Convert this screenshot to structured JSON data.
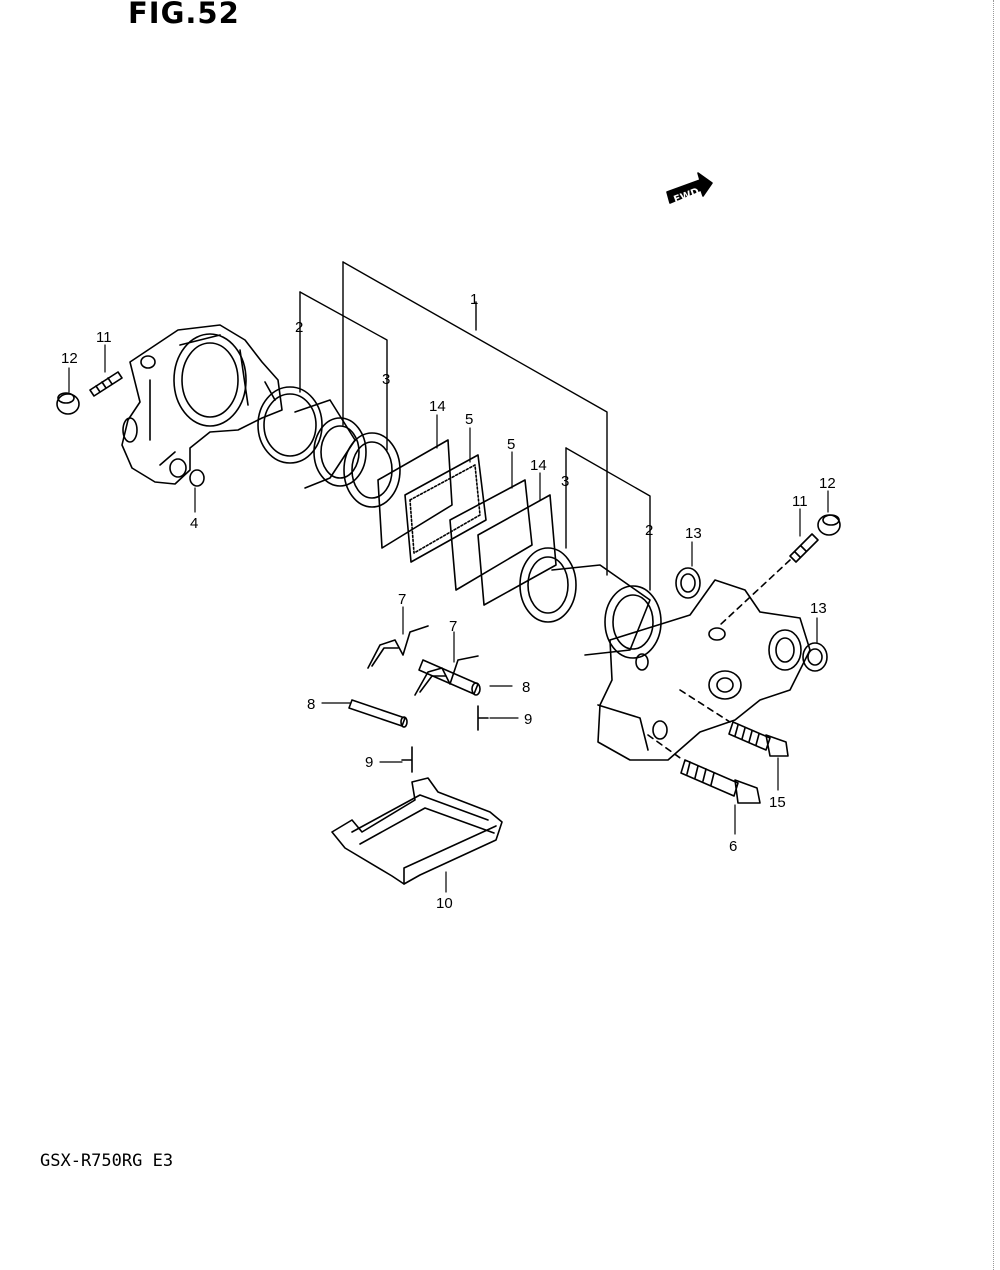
{
  "figure": {
    "title": "FIG.52",
    "model_code": "GSX-R750RG E3",
    "fwd_label": "FWD"
  },
  "callouts": [
    {
      "id": "c1",
      "label": "1"
    },
    {
      "id": "c2a",
      "label": "2"
    },
    {
      "id": "c2b",
      "label": "2"
    },
    {
      "id": "c3a",
      "label": "3"
    },
    {
      "id": "c3b",
      "label": "3"
    },
    {
      "id": "c4",
      "label": "4"
    },
    {
      "id": "c5a",
      "label": "5"
    },
    {
      "id": "c5b",
      "label": "5"
    },
    {
      "id": "c6",
      "label": "6"
    },
    {
      "id": "c7a",
      "label": "7"
    },
    {
      "id": "c7b",
      "label": "7"
    },
    {
      "id": "c8a",
      "label": "8"
    },
    {
      "id": "c8b",
      "label": "8"
    },
    {
      "id": "c9a",
      "label": "9"
    },
    {
      "id": "c9b",
      "label": "9"
    },
    {
      "id": "c10",
      "label": "10"
    },
    {
      "id": "c11a",
      "label": "11"
    },
    {
      "id": "c11b",
      "label": "11"
    },
    {
      "id": "c12a",
      "label": "12"
    },
    {
      "id": "c12b",
      "label": "12"
    },
    {
      "id": "c13a",
      "label": "13"
    },
    {
      "id": "c13b",
      "label": "13"
    },
    {
      "id": "c14a",
      "label": "14"
    },
    {
      "id": "c14b",
      "label": "14"
    },
    {
      "id": "c15",
      "label": "15"
    }
  ]
}
